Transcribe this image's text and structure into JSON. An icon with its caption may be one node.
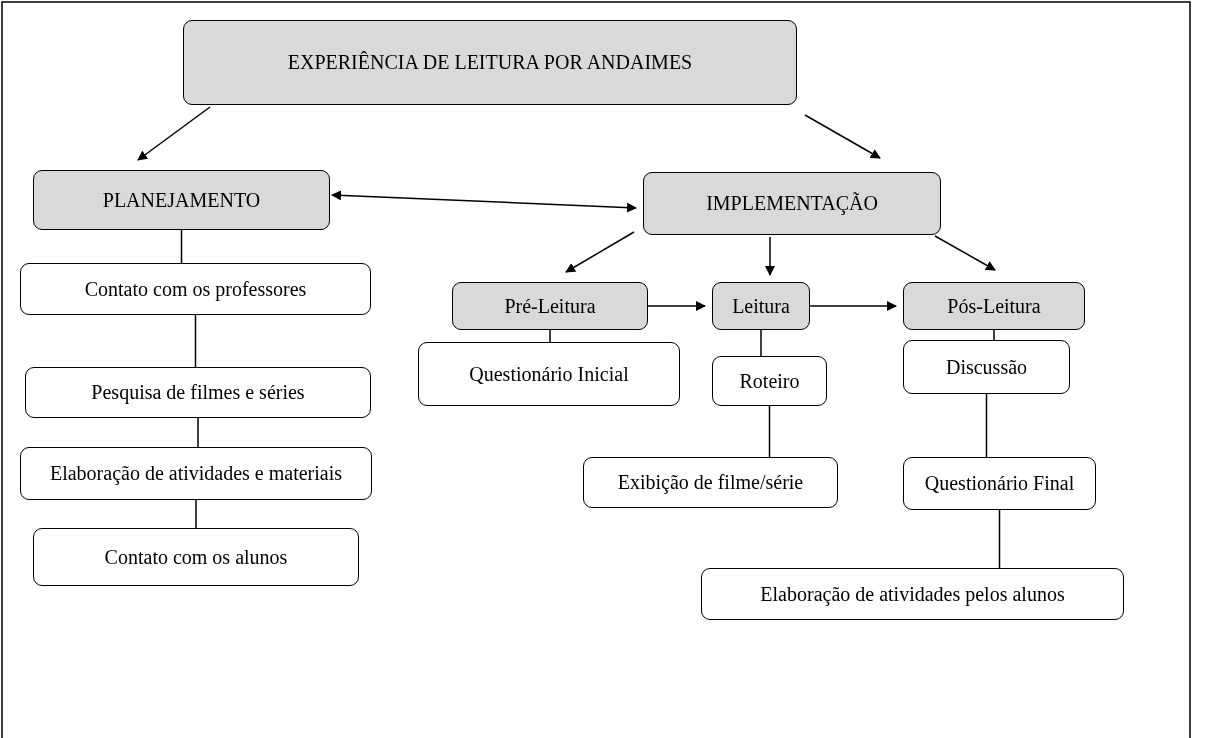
{
  "diagram": {
    "nodes": [
      {
        "text": [
          "EXPERIÊNCIA DE LEITURA POR ANDAIMES"
        ]
      },
      {
        "text": [
          "PLANEJAMENTO"
        ]
      },
      {
        "text": [
          "IMPLEMENTAÇÃO"
        ]
      },
      {
        "text": [
          "Contato com os professores"
        ]
      },
      {
        "text": [
          "Pesquisa de filmes e séries"
        ]
      },
      {
        "text": [
          "Elaboração de atividades e materiais"
        ]
      },
      {
        "text": [
          "Contato com os alunos"
        ]
      },
      {
        "text": [
          "Pré-Leitura"
        ]
      },
      {
        "text": [
          "Leitura"
        ]
      },
      {
        "text": [
          "Pós-Leitura"
        ]
      },
      {
        "text": [
          "Questionário Inicial"
        ]
      },
      {
        "text": [
          "Roteiro"
        ]
      },
      {
        "text": [
          "Exibição de filme/série"
        ]
      },
      {
        "text": [
          "Discussão"
        ]
      },
      {
        "text": [
          "Questionário Final"
        ]
      },
      {
        "text": [
          "Elaboração de atividades pelos alunos"
        ]
      }
    ],
    "edges": [
      {
        "from": 0,
        "to": 1,
        "arrow": "to"
      },
      {
        "from": 0,
        "to": 2,
        "arrow": "to"
      },
      {
        "from": 1,
        "to": 2,
        "arrow": "both"
      },
      {
        "from": 2,
        "to": 7,
        "arrow": "to"
      },
      {
        "from": 2,
        "to": 8,
        "arrow": "to"
      },
      {
        "from": 2,
        "to": 9,
        "arrow": "to"
      },
      {
        "from": 7,
        "to": 8,
        "arrow": "to"
      },
      {
        "from": 8,
        "to": 9,
        "arrow": "to"
      },
      {
        "from": 1,
        "to": 3,
        "arrow": "none"
      },
      {
        "from": 3,
        "to": 4,
        "arrow": "none"
      },
      {
        "from": 4,
        "to": 5,
        "arrow": "none"
      },
      {
        "from": 5,
        "to": 6,
        "arrow": "none"
      },
      {
        "from": 7,
        "to": 10,
        "arrow": "none"
      },
      {
        "from": 8,
        "to": 11,
        "arrow": "none"
      },
      {
        "from": 11,
        "to": 12,
        "arrow": "none"
      },
      {
        "from": 9,
        "to": 13,
        "arrow": "none"
      },
      {
        "from": 13,
        "to": 14,
        "arrow": "none"
      },
      {
        "from": 14,
        "to": 15,
        "arrow": "none"
      }
    ]
  }
}
